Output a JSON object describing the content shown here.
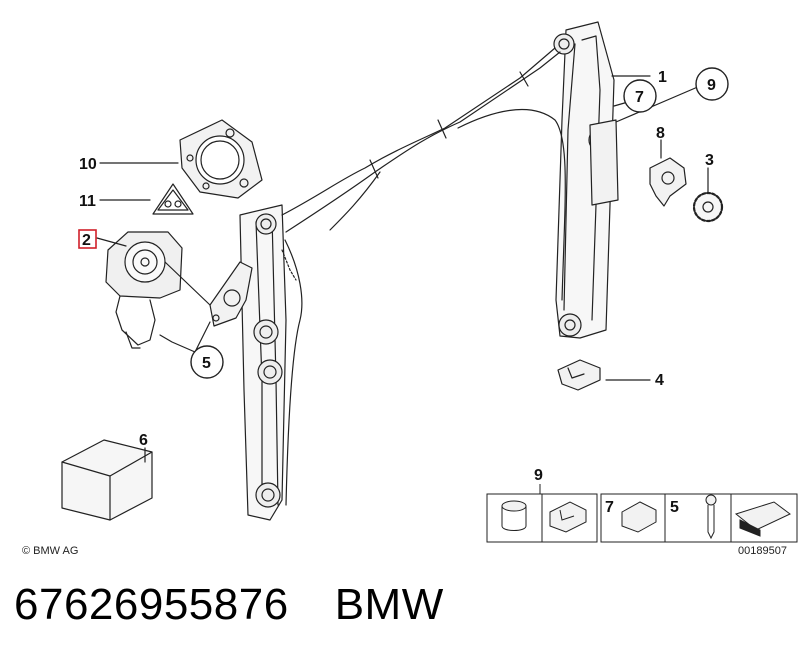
{
  "callouts": {
    "c1": "1",
    "c2": "2",
    "c3": "3",
    "c4": "4",
    "c5": "5",
    "c6": "6",
    "c7": "7",
    "c8": "8",
    "c9": "9",
    "c10": "10",
    "c11": "11"
  },
  "legend": {
    "group9": "9",
    "item7": "7",
    "item5": "5"
  },
  "copyright": "© BMW AG",
  "diagram_number": "00189507",
  "footer": {
    "part_number": "67626955876",
    "brand": "BMW"
  },
  "colors": {
    "line": "#222222",
    "highlight_box": "#d0202a",
    "part_fill": "#f2f2f2"
  }
}
